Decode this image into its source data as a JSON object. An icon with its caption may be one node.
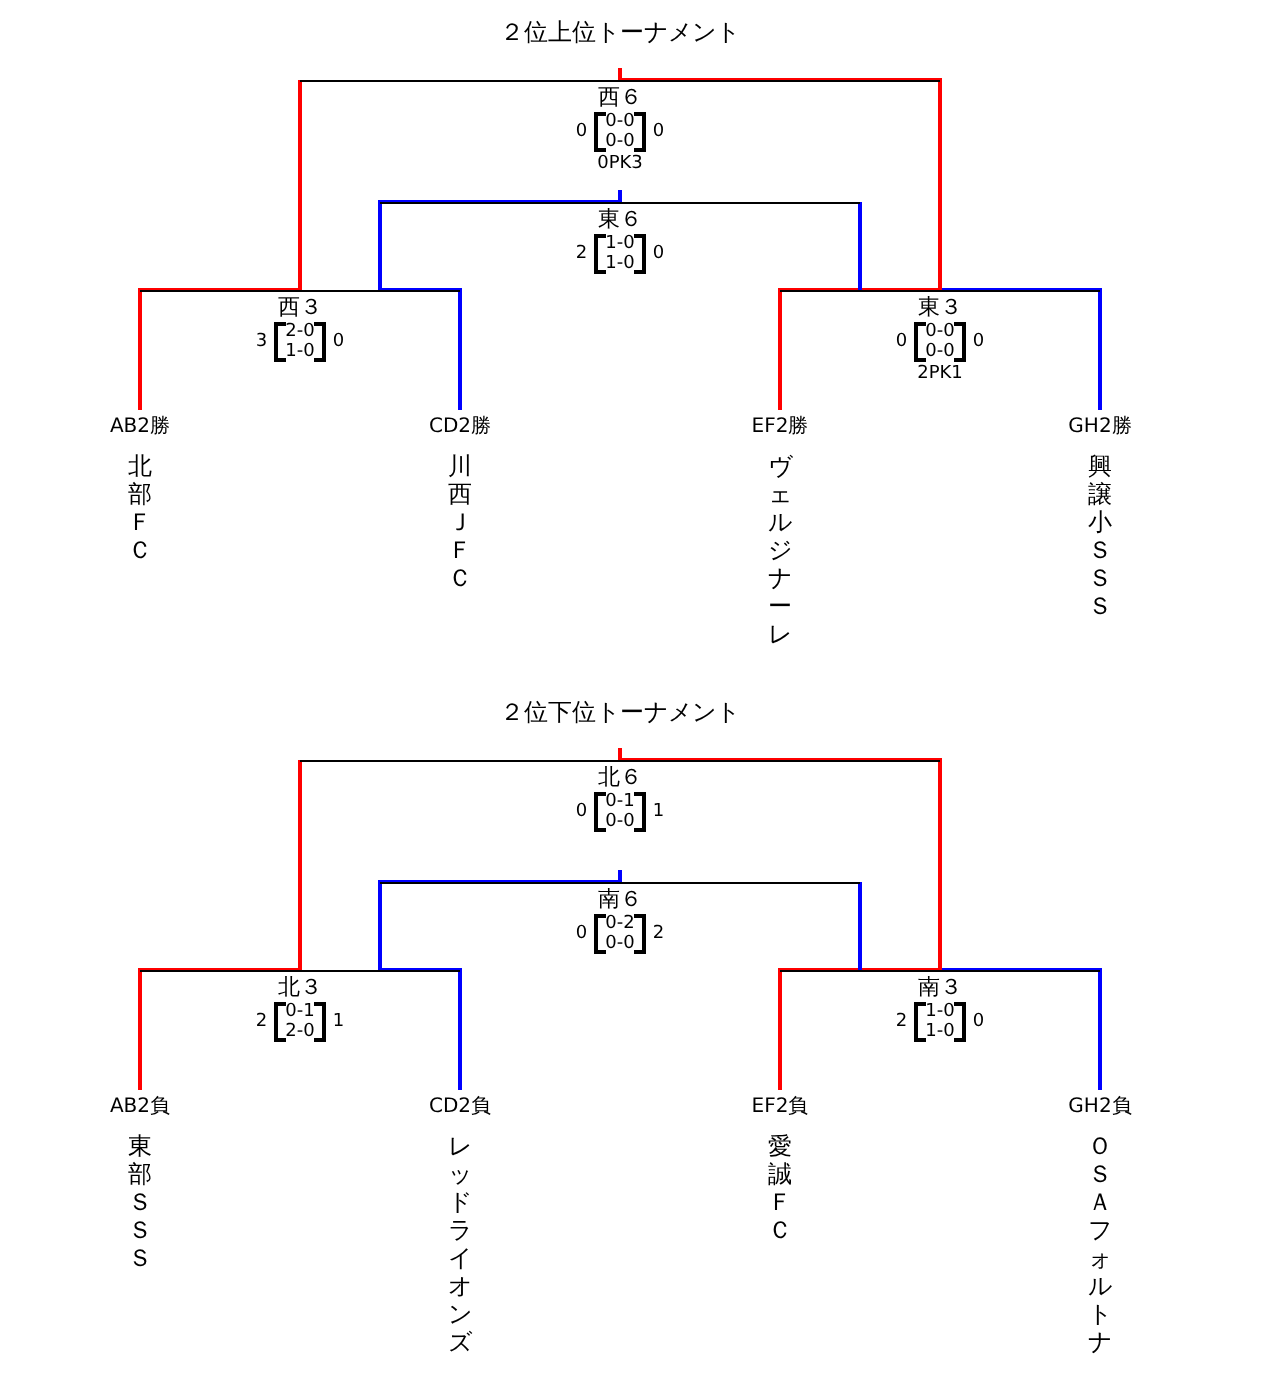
{
  "diagram": {
    "nodes": [
      {
        "text": [
          "西６",
          "0",
          "0-0",
          "0-0",
          "0",
          "0PK3"
        ]
      },
      {
        "text": [
          "東６",
          "2",
          "1-0",
          "1-0",
          "0"
        ]
      },
      {
        "text": [
          "西３",
          "3",
          "2-0",
          "1-0",
          "0"
        ]
      },
      {
        "text": [
          "東３",
          "0",
          "0-0",
          "0-0",
          "0",
          "2PK1"
        ]
      },
      {
        "text": [
          "AB2勝",
          "北部ＦＣ"
        ]
      },
      {
        "text": [
          "CD2勝",
          "川西ＪＦＣ"
        ]
      },
      {
        "text": [
          "EF2勝",
          "ヴェルジナーレ"
        ]
      },
      {
        "text": [
          "GH2勝",
          "興譲小ＳＳＳ"
        ]
      },
      {
        "text": [
          "北６",
          "0",
          "0-1",
          "0-0",
          "1"
        ]
      },
      {
        "text": [
          "南６",
          "0",
          "0-2",
          "0-0",
          "2"
        ]
      },
      {
        "text": [
          "北３",
          "2",
          "0-1",
          "2-0",
          "1"
        ]
      },
      {
        "text": [
          "南３",
          "2",
          "1-0",
          "1-0",
          "0"
        ]
      },
      {
        "text": [
          "AB2負",
          "東部ＳＳＳ"
        ]
      },
      {
        "text": [
          "CD2負",
          "レッドライオンズ"
        ]
      },
      {
        "text": [
          "EF2負",
          "愛誠ＦＣ"
        ]
      },
      {
        "text": [
          "GH2負",
          "ＯＳＡフォルトナ"
        ]
      }
    ],
    "edges": [
      {
        "from": 4,
        "to": 2,
        "arrow": "none",
        "color": "#ff0000"
      },
      {
        "from": 5,
        "to": 2,
        "arrow": "none",
        "color": "#0000ff"
      },
      {
        "from": 6,
        "to": 3,
        "arrow": "none",
        "color": "#ff0000"
      },
      {
        "from": 7,
        "to": 3,
        "arrow": "none",
        "color": "#0000ff"
      },
      {
        "from": 2,
        "to": 0,
        "arrow": "none",
        "color": "#ff0000"
      },
      {
        "from": 3,
        "to": 0,
        "arrow": "none",
        "color": "#ff0000"
      },
      {
        "from": 2,
        "to": 1,
        "arrow": "none",
        "color": "#0000ff"
      },
      {
        "from": 3,
        "to": 1,
        "arrow": "none",
        "color": "#0000ff"
      },
      {
        "from": 0,
        "to": null,
        "arrow": "none",
        "color": "#ff0000"
      },
      {
        "from": 1,
        "to": null,
        "arrow": "none",
        "color": "#0000ff"
      },
      {
        "from": 12,
        "to": 10,
        "arrow": "none",
        "color": "#ff0000"
      },
      {
        "from": 13,
        "to": 10,
        "arrow": "none",
        "color": "#0000ff"
      },
      {
        "from": 14,
        "to": 11,
        "arrow": "none",
        "color": "#ff0000"
      },
      {
        "from": 15,
        "to": 11,
        "arrow": "none",
        "color": "#0000ff"
      },
      {
        "from": 10,
        "to": 8,
        "arrow": "none",
        "color": "#ff0000"
      },
      {
        "from": 11,
        "to": 8,
        "arrow": "none",
        "color": "#ff0000"
      },
      {
        "from": 10,
        "to": 9,
        "arrow": "none",
        "color": "#0000ff"
      },
      {
        "from": 11,
        "to": 9,
        "arrow": "none",
        "color": "#0000ff"
      },
      {
        "from": 8,
        "to": null,
        "arrow": "none",
        "color": "#ff0000"
      },
      {
        "from": 9,
        "to": null,
        "arrow": "none",
        "color": "#0000ff"
      }
    ],
    "labels": [
      "２位上位トーナメント",
      "２位下位トーナメント"
    ]
  }
}
